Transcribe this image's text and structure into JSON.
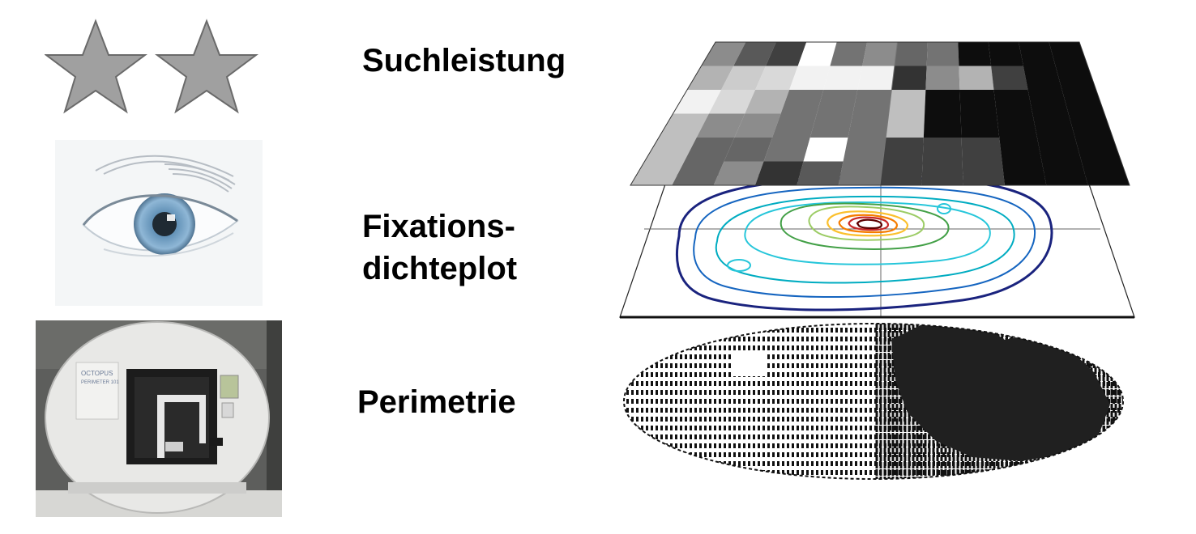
{
  "labels": {
    "search_performance": "Suchleistung",
    "fixation_density_line1": "Fixations-",
    "fixation_density_line2": "dichteplot",
    "perimetry": "Perimetrie"
  },
  "device": {
    "brand": "OCTOPUS",
    "model": "PERIMETER 101"
  },
  "colors": {
    "star_fill": "#a0a0a0",
    "star_stroke": "#6a6a6a",
    "iris": "#6f9ec2",
    "device_body": "#e6e6e6",
    "contour_levels": [
      "#1a237e",
      "#1565c0",
      "#00acc1",
      "#26c6da",
      "#43a047",
      "#9ccc65",
      "#fbc02d",
      "#f57c00",
      "#c62828",
      "#5d0000"
    ]
  },
  "heatmap_grid": {
    "rows": 6,
    "cols": 12,
    "values": [
      [
        0.55,
        0.35,
        0.25,
        1.0,
        0.45,
        0.55,
        0.4,
        0.45,
        0.05,
        0.05,
        0.05,
        0.05
      ],
      [
        0.7,
        0.8,
        0.85,
        0.95,
        0.95,
        0.95,
        0.2,
        0.55,
        0.7,
        0.25,
        0.05,
        0.05
      ],
      [
        0.95,
        0.85,
        0.7,
        0.45,
        0.45,
        0.45,
        0.75,
        0.05,
        0.05,
        0.05,
        0.05,
        0.05
      ],
      [
        0.75,
        0.55,
        0.55,
        0.45,
        0.45,
        0.45,
        0.75,
        0.05,
        0.05,
        0.05,
        0.05,
        0.05
      ],
      [
        0.75,
        0.4,
        0.4,
        0.45,
        1.0,
        0.45,
        0.25,
        0.25,
        0.25,
        0.05,
        0.05,
        0.05
      ],
      [
        0.75,
        0.4,
        0.55,
        0.2,
        0.35,
        0.45,
        0.25,
        0.25,
        0.25,
        0.05,
        0.05,
        0.05
      ]
    ]
  }
}
